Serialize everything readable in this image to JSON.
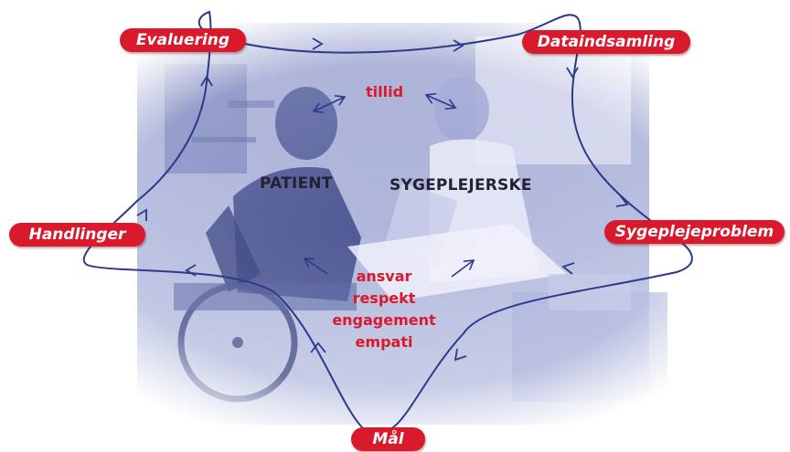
{
  "colors": {
    "accent_red": "#d9192c",
    "line_blue": "#2b3a8a",
    "photo_tint": "#7a86c0"
  },
  "diagram": {
    "stages": [
      {
        "id": "evaluering",
        "label": "Evaluering"
      },
      {
        "id": "dataindsamling",
        "label": "Dataindsamling"
      },
      {
        "id": "sygeplejeproblem",
        "label": "Sygeplejeproblem"
      },
      {
        "id": "handlinger",
        "label": "Handlinger"
      },
      {
        "id": "maal",
        "label": "Mål"
      }
    ],
    "patient_label": "PATIENT",
    "nurse_label": "SYGEPLEJERSKE",
    "trust_label": "tillid",
    "values": [
      "ansvar",
      "respekt",
      "engagement",
      "empati"
    ],
    "cycle_direction": "clockwise"
  },
  "background": {
    "photo_subject": "nurse and patient in wheelchair",
    "style": "blue duotone faded photo"
  }
}
